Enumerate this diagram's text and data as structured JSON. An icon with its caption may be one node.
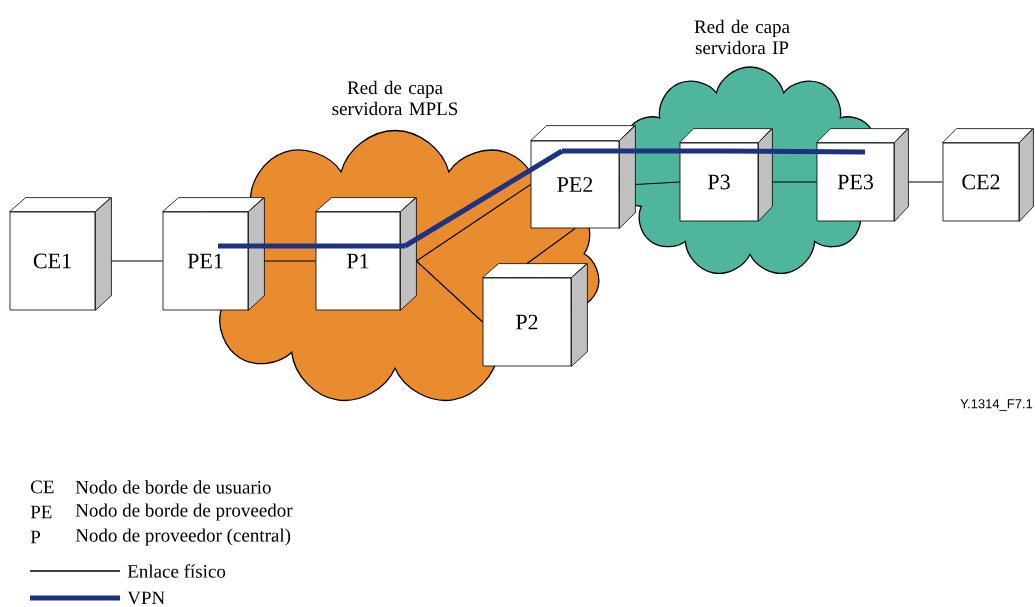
{
  "diagram": {
    "nodes": [
      {
        "text": [
          "Red de capa servidora MPLS"
        ]
      },
      {
        "text": [
          "Red de capa servidora IP"
        ]
      },
      {
        "text": [
          "CE1"
        ]
      },
      {
        "text": [
          "PE1"
        ]
      },
      {
        "text": [
          "P1"
        ],
        "in": 0
      },
      {
        "text": [
          "PE2"
        ]
      },
      {
        "text": [
          "P2"
        ],
        "in": 0
      },
      {
        "text": [
          "P3"
        ],
        "in": 1
      },
      {
        "text": [
          "PE3"
        ]
      },
      {
        "text": [
          "CE2"
        ]
      }
    ],
    "edges": [
      {
        "from": 2,
        "to": 3,
        "arrow": "none"
      },
      {
        "from": 3,
        "to": 4,
        "arrow": "none"
      },
      {
        "from": 4,
        "to": 5,
        "arrow": "none"
      },
      {
        "from": 4,
        "to": 6,
        "arrow": "none"
      },
      {
        "from": 6,
        "to": 5,
        "arrow": "none"
      },
      {
        "from": 5,
        "to": 7,
        "arrow": "none"
      },
      {
        "from": 7,
        "to": 8,
        "arrow": "none"
      },
      {
        "from": 8,
        "to": 9,
        "arrow": "none"
      },
      {
        "from": 3,
        "to": 4,
        "arrow": "none",
        "style": "thick",
        "color": "#1f3282"
      },
      {
        "from": 4,
        "to": 5,
        "arrow": "none",
        "style": "thick",
        "color": "#1f3282"
      },
      {
        "from": 5,
        "to": 7,
        "arrow": "none",
        "style": "thick",
        "color": "#1f3282"
      },
      {
        "from": 7,
        "to": 8,
        "arrow": "none",
        "style": "thick",
        "color": "#1f3282"
      }
    ],
    "labels": [
      "Y.1314_F7.1",
      "CE",
      "Nodo de borde de usuario",
      "PE",
      "Nodo de borde de proveedor",
      "P",
      "Nodo de proveedor (central)"
    ],
    "legend": [
      {
        "text": "Enlace físico"
      },
      {
        "text": "VPN"
      }
    ]
  }
}
